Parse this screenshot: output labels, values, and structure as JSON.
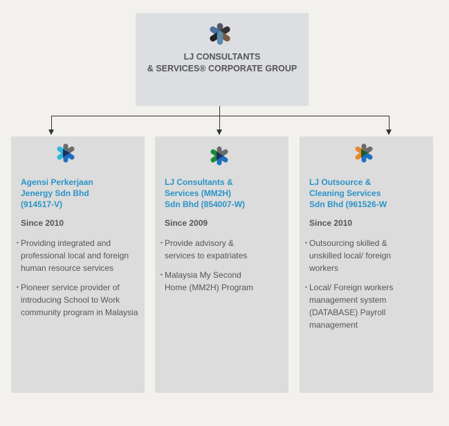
{
  "group": {
    "title_line1": "LJ CONSULTANTS",
    "title_line2": "& SERVICES® CORPORATE GROUP"
  },
  "companies": [
    {
      "name": [
        "Agensi Perkerjaan",
        "Jenergy Sdn Bhd",
        "(914517-V)"
      ],
      "since": "Since 2010",
      "points": [
        "Providing integrated and professional local and foreign human resource services",
        "Pioneer service provider of introducing School to Work community program in Malaysia"
      ],
      "accent": "#29b8e0",
      "center": "#1b2f5e"
    },
    {
      "name": [
        "LJ Consultants &",
        "Services (MM2H)",
        "Sdn Bhd (854007-W)"
      ],
      "since": "Since 2009",
      "points": [
        "Provide advisory & services to expatriates",
        "Malaysia My Second Home (MM2H) Program"
      ],
      "accent": "#1a8a3a",
      "center": "#1b2f5e"
    },
    {
      "name": [
        "LJ Outsource &",
        "Cleaning Services",
        "Sdn Bhd (961526-W"
      ],
      "since": "Since 2010",
      "points": [
        "Outsourcing skilled & unskilled local/ foreign workers",
        "Local/ Foreign workers management system (DATABASE) Payroll management"
      ],
      "accent": "#e8892b",
      "center": "#1f5a2a"
    }
  ]
}
